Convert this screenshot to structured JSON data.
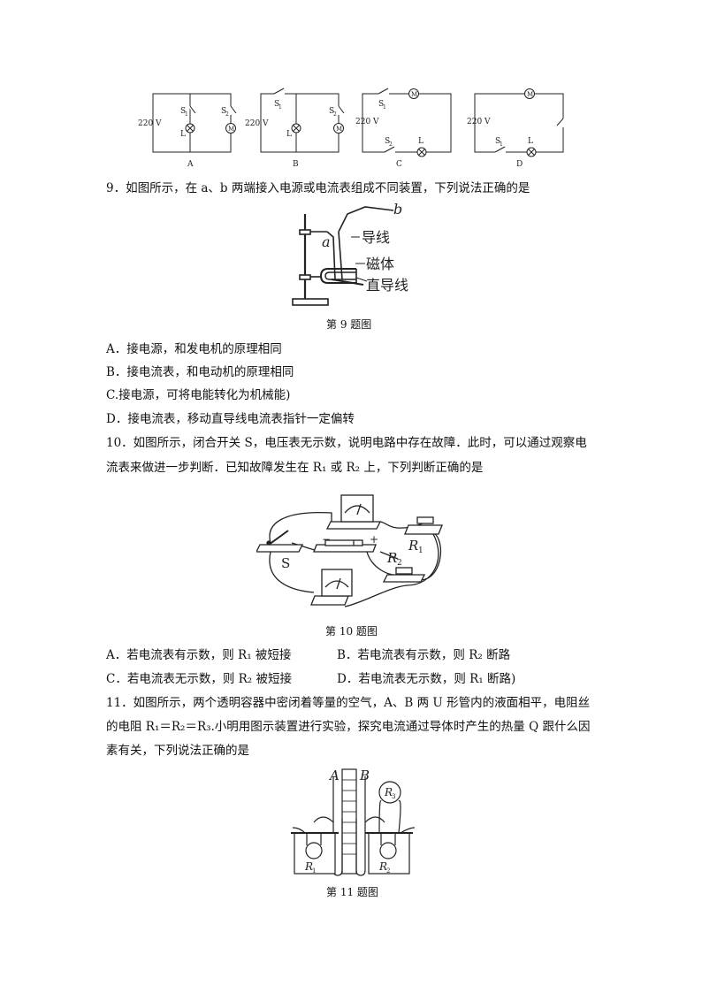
{
  "q8_figure": {
    "voltage": "220 V",
    "s1": "S",
    "s1_sub": "1",
    "s2": "S",
    "s2_sub": "2",
    "lamp": "L",
    "motor": "M",
    "labels": [
      "A",
      "B",
      "C",
      "D"
    ]
  },
  "q9": {
    "stem": "9．如图所示，在 a、b 两端接入电源或电流表组成不同装置，下列说法正确的是",
    "fig_labels": {
      "a": "a",
      "b": "b",
      "wire": "导线",
      "magnet": "磁体",
      "straight": "直导线"
    },
    "caption": "第 9 题图",
    "options": [
      "A．接电源，和发电机的原理相同",
      "B．接电流表，和电动机的原理相同",
      "C.接电源，可将电能转化为机械能)",
      "D．接电流表，移动直导线电流表指针一定偏转"
    ]
  },
  "q10": {
    "stem_line1": "10．如图所示，闭合开关 S，电压表无示数，说明电路中存在故障．此时，可以通过观察电",
    "stem_line2": "流表来做进一步判断．已知故障发生在 R₁ 或 R₂ 上，下列判断正确的是",
    "fig_labels": {
      "s": "S",
      "r1": "R",
      "r1_sub": "1",
      "r2": "R",
      "r2_sub": "2",
      "minus": "−",
      "plus": "+"
    },
    "caption": "第 10 题图",
    "options": [
      "A．若电流表有示数，则 R₁ 被短接",
      "B．若电流表有示数，则 R₂ 断路",
      "C．若电流表无示数，则 R₂ 被短接",
      "D．若电流表无示数，则 R₁ 断路)"
    ]
  },
  "q11": {
    "stem_line1": "11．如图所示，两个透明容器中密闭着等量的空气，A、B 两 U 形管内的液面相平，电阻丝",
    "stem_line2": "的电阻 R₁＝R₂＝R₃.小明用图示装置进行实验，探究电流通过导体时产生的热量 Q 跟什么因",
    "stem_line3": "素有关，下列说法正确的是",
    "fig_labels": {
      "a": "A",
      "b": "B",
      "r1": "R",
      "r1_sub": "1",
      "r2": "R",
      "r2_sub": "2",
      "r3": "R",
      "r3_sub": "3"
    },
    "caption": "第 11 题图"
  }
}
